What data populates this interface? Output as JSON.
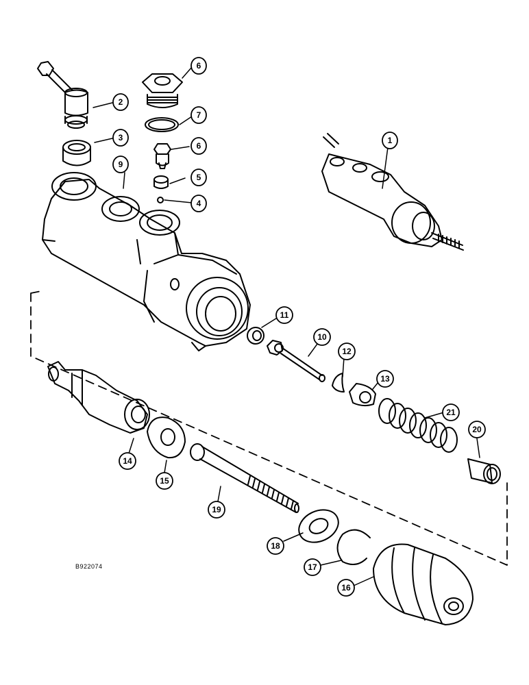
{
  "diagram": {
    "drawing_number": "B922074",
    "callouts": [
      "1",
      "2",
      "3",
      "4",
      "5",
      "6",
      "6",
      "7",
      "9",
      "10",
      "11",
      "12",
      "13",
      "14",
      "15",
      "16",
      "17",
      "18",
      "19",
      "20",
      "21"
    ]
  }
}
